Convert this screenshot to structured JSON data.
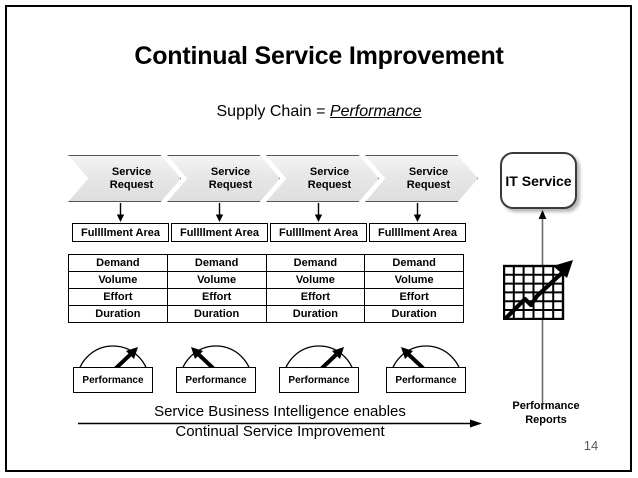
{
  "slide": {
    "title": "Continual Service Improvement",
    "subtitle_prefix": "Supply Chain = ",
    "subtitle_emphasis": "Performance ",
    "page_number": "14"
  },
  "pipeline": {
    "stages": [
      {
        "chevron_label_line1": "Service",
        "chevron_label_line2": "Request",
        "fulfillment_label": "Fullllment Area"
      },
      {
        "chevron_label_line1": "Service",
        "chevron_label_line2": "Request",
        "fulfillment_label": "Fullllment Area"
      },
      {
        "chevron_label_line1": "Service",
        "chevron_label_line2": "Request",
        "fulfillment_label": "Fullllment Area"
      },
      {
        "chevron_label_line1": "Service",
        "chevron_label_line2": "Request",
        "fulfillment_label": "Fullllment Area"
      }
    ]
  },
  "metrics_table": {
    "rows": [
      [
        "Demand",
        "Demand",
        "Demand",
        "Demand"
      ],
      [
        "Volume",
        "Volume",
        "Volume",
        "Volume"
      ],
      [
        "Effort",
        "Effort",
        "Effort",
        "Effort"
      ],
      [
        "Duration",
        "Duration",
        "Duration",
        "Duration"
      ]
    ]
  },
  "gauges": [
    {
      "label": "Performance",
      "needle_direction": "up-right"
    },
    {
      "label": "Performance",
      "needle_direction": "up-left"
    },
    {
      "label": "Performance",
      "needle_direction": "up-right"
    },
    {
      "label": "Performance",
      "needle_direction": "up-left"
    }
  ],
  "right_panel": {
    "it_service_label": "IT Service",
    "reports_label_line1": "Performance",
    "reports_label_line2": "Reports"
  },
  "footer": {
    "caption_line1": "Service Business Intelligence enables",
    "caption_line2": "Continual Service Improvement"
  },
  "colors": {
    "chevron_fill": "#e7e7e7",
    "chevron_border": "#555555",
    "line": "#000000",
    "page_number": "#595959",
    "background": "#ffffff"
  }
}
